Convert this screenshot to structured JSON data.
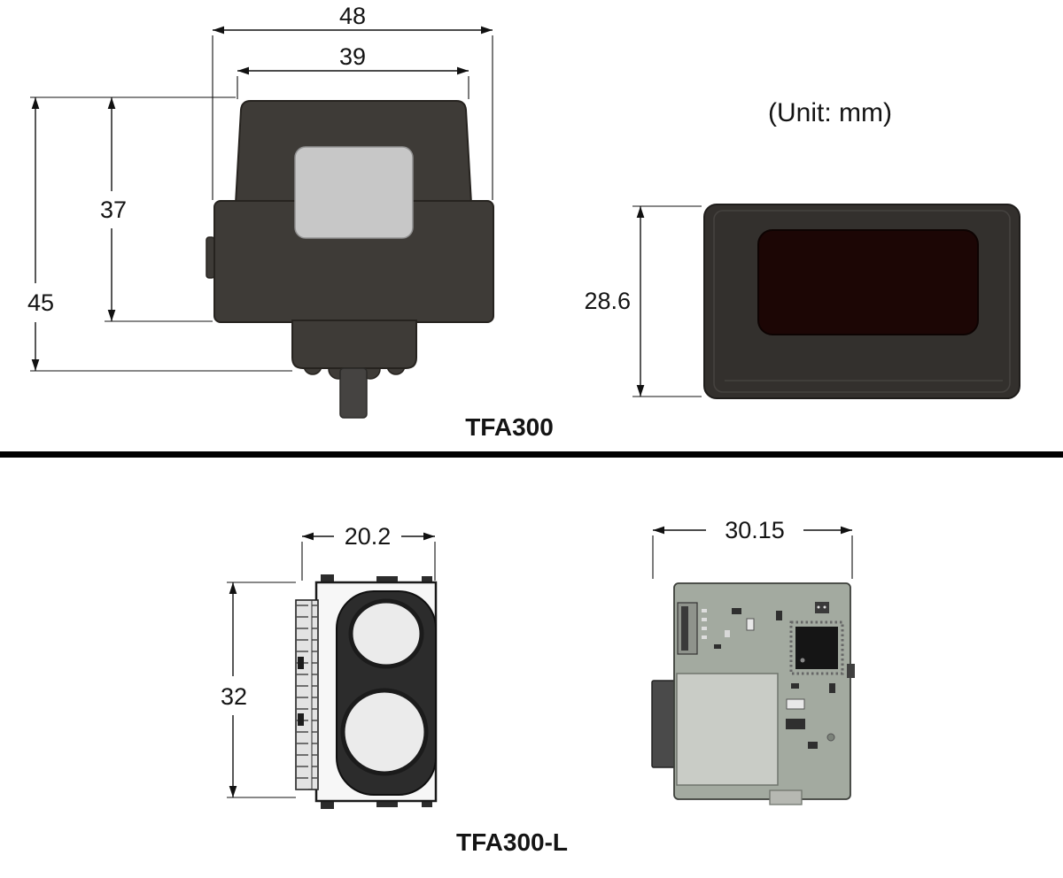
{
  "unit_note": "(Unit: mm)",
  "labels": {
    "top_model": "TFA300",
    "bottom_model": "TFA300-L"
  },
  "dimensions": {
    "front_outer_width": "48",
    "front_inner_width": "39",
    "front_outer_height": "45",
    "front_inner_height": "37",
    "side_height": "28.6",
    "module_width": "20.2",
    "module_height": "32",
    "pcb_width": "30.15"
  },
  "colors": {
    "body": "#3e3b37",
    "body_stroke": "#26231f",
    "window": "#c7c7c7",
    "side_body": "#33302d",
    "lens_window": "#1c0605",
    "capsule": "#2c2c2c",
    "lens": "#ebebeb",
    "pcb": "#a3aaa0",
    "shield": "#c9ccc6",
    "chip": "#151515",
    "divider": "#000000"
  }
}
